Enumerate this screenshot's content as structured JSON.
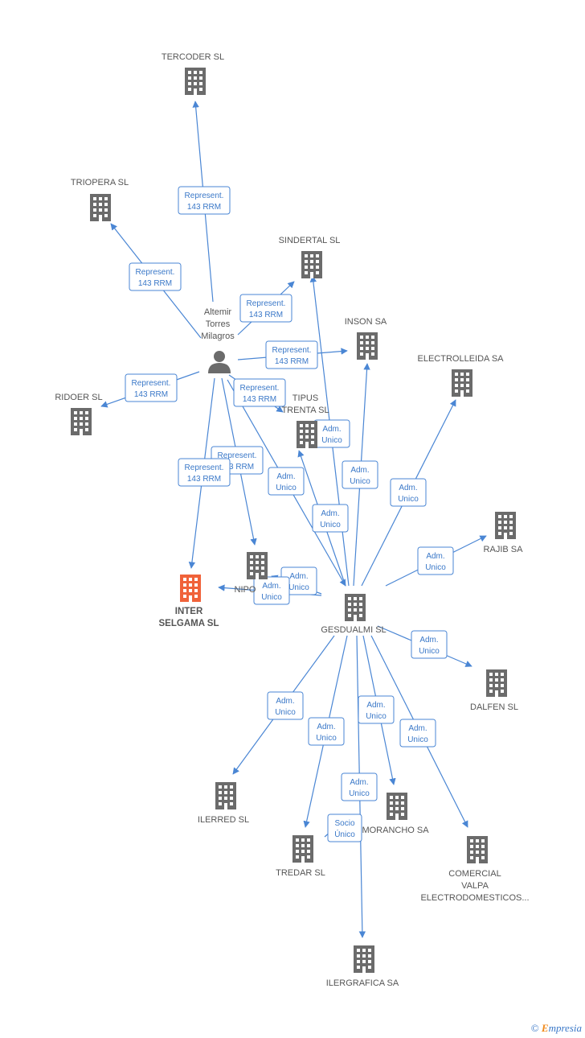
{
  "colors": {
    "edge": "#4a86d4",
    "building": "#6b6b6b",
    "focus_building": "#f0623a",
    "person": "#6b6b6b",
    "badge_text": "#3a78c8"
  },
  "nodes": {
    "tercoder": {
      "label": [
        "TERCODER  SL"
      ],
      "icon": "building-icon"
    },
    "triopera": {
      "label": [
        "TRIOPERA  SL"
      ],
      "icon": "building-icon"
    },
    "sindertal": {
      "label": [
        "SINDERTAL SL"
      ],
      "icon": "building-icon"
    },
    "inson": {
      "label": [
        "INSON SA"
      ],
      "icon": "building-icon"
    },
    "electrolleida": {
      "label": [
        "ELECTROLLEIDA SA"
      ],
      "icon": "building-icon"
    },
    "ridoer": {
      "label": [
        "RIDOER  SL"
      ],
      "icon": "building-icon"
    },
    "tipus": {
      "label": [
        "TIPUS",
        "TRENTA SL"
      ],
      "icon": "building-icon"
    },
    "person": {
      "label": [
        "Altemir",
        "Torres",
        "Milagros"
      ],
      "icon": "person-icon"
    },
    "inter": {
      "label": [
        "INTER",
        "SELGAMA SL"
      ],
      "icon": "building-icon"
    },
    "nipo": {
      "label": [
        "NIPO"
      ],
      "icon": "building-icon"
    },
    "rajib": {
      "label": [
        "RAJIB SA"
      ],
      "icon": "building-icon"
    },
    "gesdualmi": {
      "label": [
        "GESDUALMI  SL"
      ],
      "icon": "building-icon"
    },
    "dalfen": {
      "label": [
        "DALFEN  SL"
      ],
      "icon": "building-icon"
    },
    "ilerred": {
      "label": [
        "ILERRED  SL"
      ],
      "icon": "building-icon"
    },
    "morancho": {
      "label": [
        "MORANCHO SA"
      ],
      "icon": "building-icon"
    },
    "tredar": {
      "label": [
        "TREDAR SL"
      ],
      "icon": "building-icon"
    },
    "comercial": {
      "label": [
        "COMERCIAL",
        "VALPA",
        "ELECTRODOMESTICOS..."
      ],
      "icon": "building-icon"
    },
    "ilergrafica": {
      "label": [
        "ILERGRAFICA SA"
      ],
      "icon": "building-icon"
    }
  },
  "badges": {
    "represent": [
      "Represent.",
      "143 RRM"
    ],
    "adm_unico": [
      "Adm.",
      "Unico"
    ],
    "socio_unico": [
      "Socio",
      "Único"
    ]
  },
  "edges": [
    {
      "from": "person",
      "to": "tercoder",
      "badge": "represent"
    },
    {
      "from": "person",
      "to": "triopera",
      "badge": "represent"
    },
    {
      "from": "person",
      "to": "sindertal",
      "badge": "represent"
    },
    {
      "from": "person",
      "to": "inson",
      "badge": "represent"
    },
    {
      "from": "person",
      "to": "ridoer",
      "badge": "represent"
    },
    {
      "from": "person",
      "to": "tipus",
      "badge": "represent"
    },
    {
      "from": "person",
      "to": "nipo",
      "badge": "represent"
    },
    {
      "from": "person",
      "to": "inter",
      "badge": "represent"
    },
    {
      "from": "person",
      "to": "gesdualmi",
      "badge": "adm_unico"
    },
    {
      "from": "gesdualmi",
      "to": "sindertal",
      "badge": "adm_unico"
    },
    {
      "from": "gesdualmi",
      "to": "inson",
      "badge": "adm_unico"
    },
    {
      "from": "gesdualmi",
      "to": "tipus",
      "badge": "adm_unico"
    },
    {
      "from": "gesdualmi",
      "to": "electrolleida",
      "badge": "adm_unico"
    },
    {
      "from": "gesdualmi",
      "to": "rajib",
      "badge": "adm_unico"
    },
    {
      "from": "gesdualmi",
      "to": "nipo",
      "badge": "adm_unico"
    },
    {
      "from": "gesdualmi",
      "to": "inter",
      "badge": "adm_unico"
    },
    {
      "from": "gesdualmi",
      "to": "dalfen",
      "badge": "adm_unico"
    },
    {
      "from": "gesdualmi",
      "to": "ilerred",
      "badge": "adm_unico"
    },
    {
      "from": "gesdualmi",
      "to": "tredar",
      "badge": "adm_unico"
    },
    {
      "from": "gesdualmi",
      "to": "morancho",
      "badge": "adm_unico"
    },
    {
      "from": "gesdualmi",
      "to": "comercial",
      "badge": "adm_unico"
    },
    {
      "from": "gesdualmi",
      "to": "ilergrafica",
      "badge": "adm_unico"
    },
    {
      "from": "gesdualmi",
      "to": "ilergrafica",
      "badge": "socio_unico"
    }
  ],
  "brand": {
    "copyright": "©",
    "initial": "E",
    "rest": "mpresia"
  }
}
